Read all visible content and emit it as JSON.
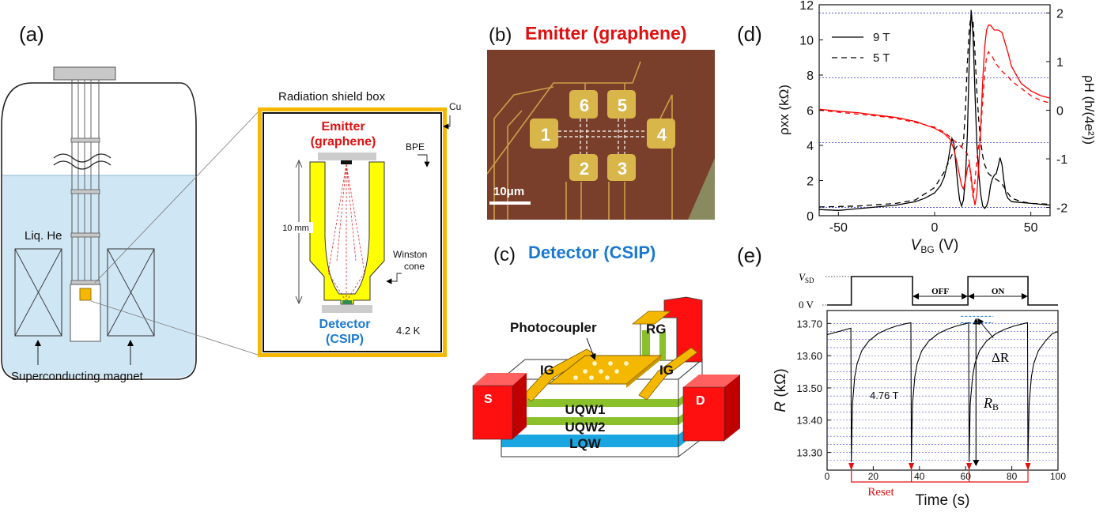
{
  "panel_a": {
    "label": "(a)",
    "shield_title": "Radiation shield box",
    "cu": "Cu",
    "emitter_l1": "Emitter",
    "emitter_l2": "(graphene)",
    "bpe": "BPE",
    "length": "10 mm",
    "winston_l1": "Winston",
    "winston_l2": "cone",
    "detector_l1": "Detector",
    "detector_l2": "(CSIP)",
    "temp": "4.2 K",
    "liq_he": "Liq. He",
    "magnet": "Superconducting magnet",
    "colors": {
      "emitter": "#e01010",
      "detector": "#1a7ad1",
      "cone": "#ffff00",
      "shield": "#f5b800",
      "helium": "#cfe6f4"
    }
  },
  "panel_b": {
    "label": "(b)",
    "title": "Emitter (graphene)",
    "pads": [
      "1",
      "2",
      "3",
      "4",
      "5",
      "6"
    ],
    "scale": "10μm"
  },
  "panel_c": {
    "label": "(c)",
    "title": "Detector (CSIP)",
    "photocoupler": "Photocoupler",
    "rg": "RG",
    "ig": "IG",
    "s": "S",
    "d": "D",
    "uqw1": "UQW1",
    "uqw2": "UQW2",
    "lqw": "LQW"
  },
  "chart_data": [
    {
      "panel": "(d)",
      "type": "line",
      "xlabel_main": "V",
      "xlabel_sub": "BG",
      "xlabel_unit": " (V)",
      "ylabel_left": "ρxx (kΩ)",
      "ylabel_right": "ρH (h/(4e²))",
      "xlim": [
        -60,
        60
      ],
      "ylim_left": [
        0,
        12
      ],
      "ylim_right": [
        -2.17,
        2.17
      ],
      "x_ticks": [
        -50,
        0,
        50
      ],
      "y_ticks_left": [
        0,
        2,
        4,
        6,
        8,
        10,
        12
      ],
      "y_ticks_right": [
        -2,
        -1,
        0,
        1,
        2
      ],
      "legend": [
        "9 T",
        "5 T"
      ],
      "hlines_right": [
        -2,
        -0.667,
        0.667,
        2
      ],
      "series": [
        {
          "name": "9 T",
          "axis": "left",
          "color": "#000000",
          "dash": "none",
          "x": [
            -60,
            -50,
            -40,
            -30,
            -20,
            -10,
            -5,
            0,
            3,
            5,
            7,
            8,
            9,
            10,
            11,
            12,
            13,
            14,
            15,
            16,
            17,
            18,
            19,
            20,
            21,
            22,
            23,
            24,
            25,
            26,
            27,
            28,
            29,
            30,
            31,
            32,
            33,
            34,
            35,
            36,
            37,
            38,
            40,
            45,
            50,
            55,
            60
          ],
          "y": [
            0.35,
            0.3,
            0.4,
            0.5,
            0.6,
            0.8,
            1.0,
            1.3,
            1.7,
            2.2,
            3.1,
            3.8,
            4.4,
            4.1,
            3.0,
            1.8,
            0.9,
            0.55,
            0.9,
            2.1,
            4.6,
            8.8,
            11.7,
            10.2,
            6.9,
            4.0,
            2.3,
            1.2,
            0.55,
            0.42,
            0.55,
            0.9,
            1.7,
            2.1,
            2.3,
            2.4,
            2.8,
            3.3,
            2.9,
            2.0,
            1.3,
            1.0,
            0.8,
            0.75,
            0.7,
            0.65,
            0.6
          ]
        },
        {
          "name": "5 T",
          "axis": "left",
          "color": "#000000",
          "dash": "7,5",
          "x": [
            -60,
            -40,
            -20,
            -10,
            0,
            5,
            10,
            12,
            14,
            15,
            16,
            17,
            18,
            19,
            20,
            21,
            22,
            23,
            24,
            25,
            26,
            28,
            30,
            33,
            35,
            38,
            40,
            45,
            50,
            60
          ],
          "y": [
            0.5,
            0.55,
            0.7,
            0.9,
            1.6,
            2.5,
            3.7,
            4.0,
            3.9,
            4.2,
            6.0,
            8.7,
            10.6,
            11.45,
            11.0,
            9.2,
            7.0,
            5.3,
            4.2,
            3.4,
            2.9,
            2.4,
            2.2,
            2.0,
            1.8,
            1.3,
            1.0,
            0.8,
            0.7,
            0.65
          ]
        },
        {
          "name": "9 T ρH",
          "axis": "right",
          "color": "#ff0000",
          "dash": "none",
          "x": [
            -60,
            -50,
            -40,
            -30,
            -20,
            -10,
            -5,
            0,
            5,
            8,
            10,
            12,
            14,
            15,
            16,
            17,
            18,
            19,
            20,
            21,
            22,
            23,
            24,
            25,
            26,
            27,
            28,
            29,
            30,
            31,
            33,
            35,
            38,
            40,
            45,
            50,
            55,
            60
          ],
          "y": [
            0.02,
            -0.02,
            -0.05,
            -0.1,
            -0.15,
            -0.23,
            -0.3,
            -0.37,
            -0.48,
            -0.6,
            -0.8,
            -1.15,
            -1.55,
            -1.62,
            -1.45,
            -1.2,
            -1.1,
            -1.35,
            -1.75,
            -1.95,
            -1.7,
            -1.1,
            -0.3,
            0.6,
            1.3,
            1.65,
            1.75,
            1.75,
            1.7,
            1.65,
            1.65,
            1.6,
            1.2,
            0.9,
            0.55,
            0.4,
            0.3,
            0.25
          ]
        },
        {
          "name": "5 T ρH",
          "axis": "right",
          "color": "#ff0000",
          "dash": "6,5",
          "x": [
            -60,
            -50,
            -40,
            -30,
            -20,
            -10,
            0,
            5,
            10,
            13,
            15,
            17,
            18,
            19,
            20,
            21,
            22,
            23,
            24,
            25,
            26,
            27,
            28,
            29,
            30,
            32,
            35,
            38,
            40,
            45,
            50,
            55,
            60
          ],
          "y": [
            0.0,
            -0.04,
            -0.08,
            -0.12,
            -0.17,
            -0.25,
            -0.35,
            -0.45,
            -0.62,
            -0.72,
            -0.8,
            -0.9,
            -1.05,
            -1.45,
            -1.8,
            -1.45,
            -1.0,
            -0.7,
            -0.4,
            0.2,
            0.75,
            1.1,
            1.2,
            1.15,
            1.1,
            0.95,
            0.8,
            0.7,
            0.6,
            0.45,
            0.3,
            0.2,
            0.15
          ]
        }
      ]
    },
    {
      "panel": "(e)",
      "type": "line",
      "xlabel": "Time (s)",
      "ylabel": "R (kΩ)",
      "xlim": [
        0,
        100
      ],
      "ylim": [
        13.245,
        13.74
      ],
      "x_ticks": [
        0,
        20,
        40,
        60,
        80,
        100
      ],
      "y_ticks": [
        13.3,
        13.4,
        13.5,
        13.6,
        13.7
      ],
      "y_tick_labels": [
        "13.30",
        "13.40",
        "13.50",
        "13.60",
        "13.70"
      ],
      "annotation": "4.76 T",
      "delta_r": "ΔR",
      "r_b_main": "R",
      "r_b_sub": "B",
      "reset": "Reset",
      "vsd_main": "V",
      "vsd_sub": "SD",
      "zero_v": "0 V",
      "off": "OFF",
      "on": "ON",
      "reset_times": [
        10.5,
        36.5,
        61.5,
        87
      ],
      "off_interval": [
        37,
        61
      ],
      "on_interval": [
        61,
        87
      ],
      "vsd_high": [
        [
          10.5,
          37
        ],
        [
          61,
          87
        ]
      ],
      "series": [
        {
          "name": "R",
          "color": "#000000",
          "x": [
            0,
            10.3,
            10.5,
            11,
            12,
            13,
            15,
            18,
            22,
            26,
            30,
            34,
            36.3,
            36.5,
            37,
            38,
            39,
            41,
            44,
            48,
            52,
            56,
            60,
            61.3,
            61.5,
            62,
            63,
            64,
            66,
            69,
            73,
            77,
            81,
            85,
            86.8,
            87,
            87.5,
            88.5,
            89.5,
            91.5,
            94.5,
            97.5,
            100
          ],
          "y": [
            13.665,
            13.685,
            13.27,
            13.45,
            13.535,
            13.575,
            13.615,
            13.645,
            13.668,
            13.682,
            13.692,
            13.699,
            13.702,
            13.27,
            13.45,
            13.535,
            13.575,
            13.615,
            13.645,
            13.668,
            13.682,
            13.692,
            13.699,
            13.702,
            13.27,
            13.45,
            13.535,
            13.575,
            13.615,
            13.645,
            13.668,
            13.682,
            13.692,
            13.699,
            13.702,
            13.27,
            13.45,
            13.535,
            13.575,
            13.615,
            13.645,
            13.668,
            13.675
          ]
        }
      ]
    }
  ]
}
